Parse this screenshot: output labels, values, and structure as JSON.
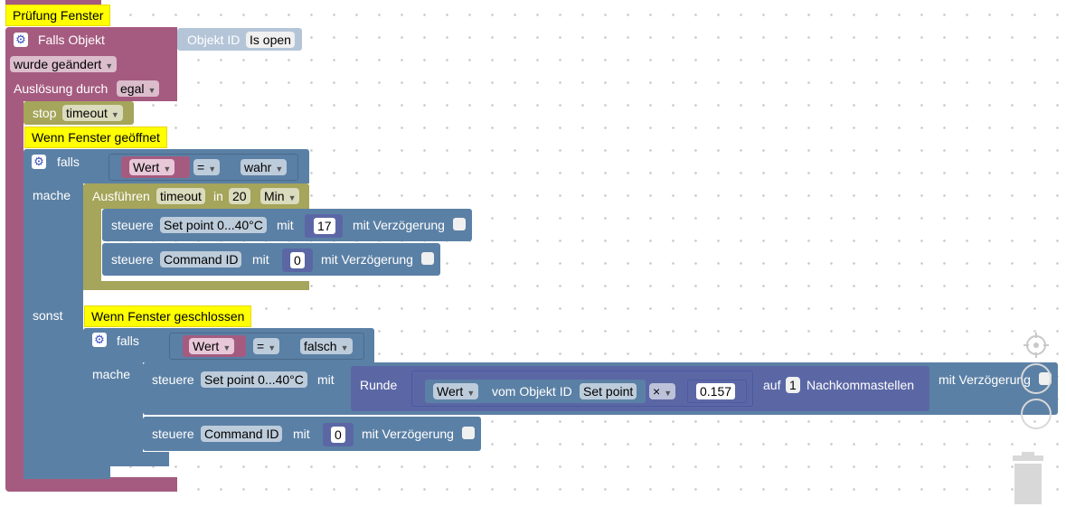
{
  "workspace": {
    "comments": {
      "pruefung": "Prüfung Fenster",
      "geoeffnet": "Wenn Fenster geöffnet",
      "geschlossen": "Wenn Fenster geschlossen"
    },
    "trigger": {
      "label": "Falls Objekt",
      "object_label": "Objekt ID",
      "object_value": "Is open",
      "change_value": "wurde geändert",
      "ausloesung_label": "Auslösung durch",
      "ausloesung_value": "egal"
    },
    "stop": {
      "label": "stop",
      "value": "timeout"
    },
    "if_block": {
      "falls": "falls",
      "mache": "mache",
      "sonst": "sonst",
      "left": "Wert",
      "op": "=",
      "right": "wahr"
    },
    "timeout": {
      "label": "Ausführen",
      "name": "timeout",
      "in": "in",
      "amount": "20",
      "unit": "Min"
    },
    "control1": {
      "label": "steuere",
      "target": "Set point 0...40°C",
      "mit": "mit",
      "value": "17",
      "delay": "mit Verzögerung"
    },
    "control2": {
      "label": "steuere",
      "target": "Command ID",
      "mit": "mit",
      "value": "0",
      "delay": "mit Verzögerung"
    },
    "if_block2": {
      "falls": "falls",
      "mache": "mache",
      "left": "Wert",
      "op": "=",
      "right": "falsch"
    },
    "control3": {
      "label": "steuere",
      "target": "Set point 0...40°C",
      "mit": "mit",
      "runde": "Runde",
      "wert": "Wert",
      "vom": "vom Objekt ID",
      "obj": "Set point",
      "op": "×",
      "factor": "0.157",
      "auf": "auf",
      "digits": "1",
      "nachkomma": "Nachkommastellen",
      "delay": "mit Verzögerung"
    },
    "control4": {
      "label": "steuere",
      "target": "Command ID",
      "mit": "mit",
      "value": "0",
      "delay": "mit Verzögerung"
    }
  },
  "colors": {
    "trigger": "#a55b80",
    "timer": "#a5a55b",
    "logic": "#5b80a5",
    "math": "#5b67a5",
    "comment": "#ffff00"
  }
}
